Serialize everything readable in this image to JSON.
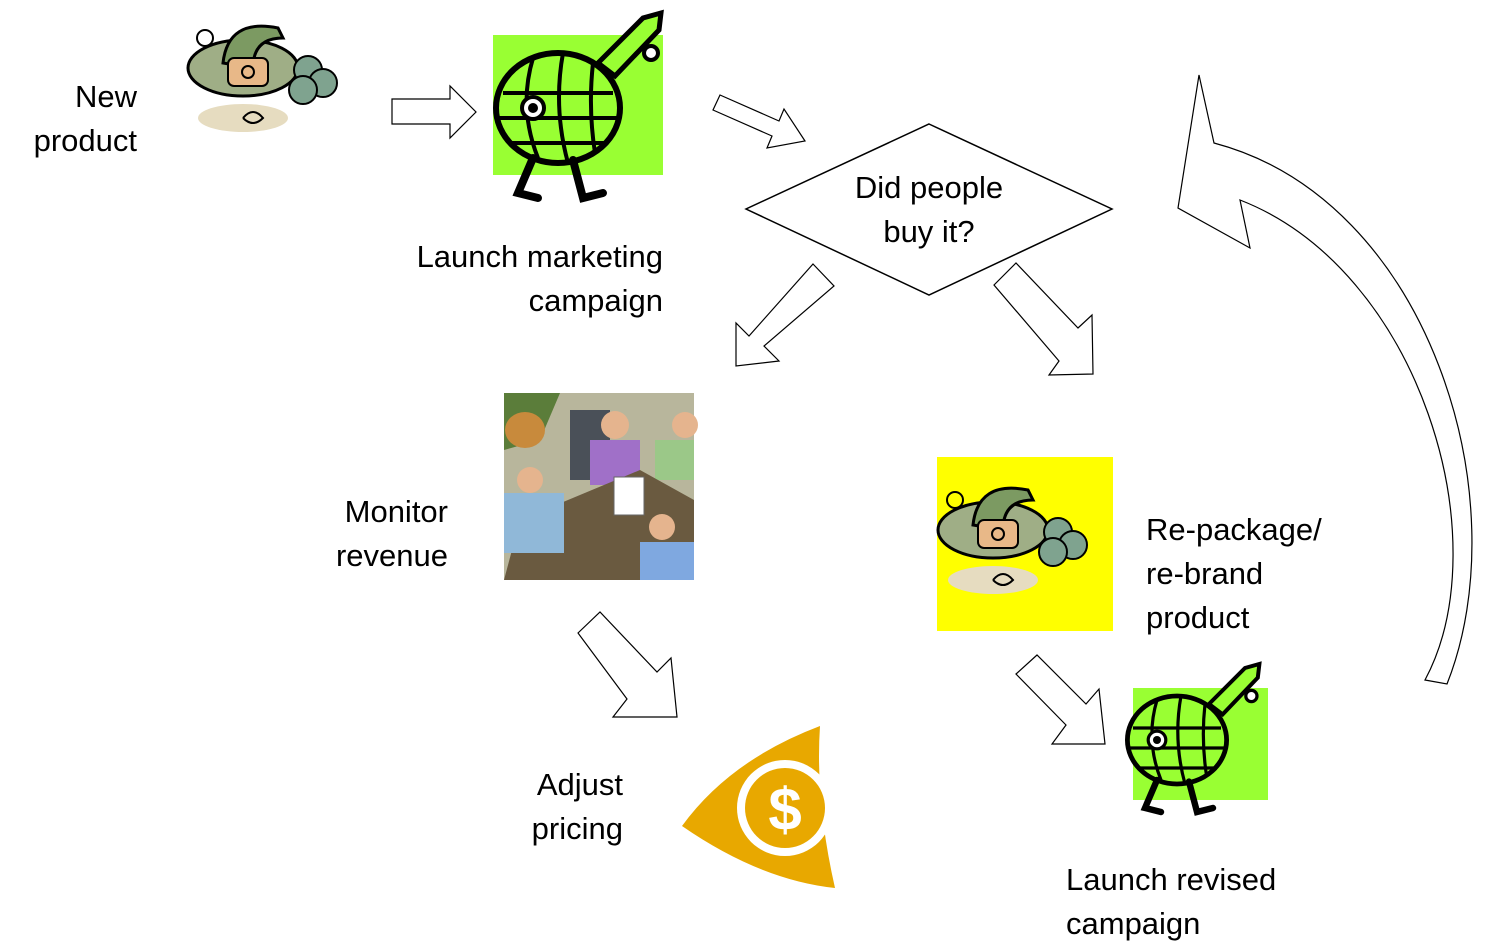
{
  "steps": {
    "new_product": {
      "lines": [
        "New",
        "product"
      ]
    },
    "launch_campaign": {
      "lines": [
        "Launch marketing",
        "campaign"
      ]
    },
    "decision": {
      "lines": [
        "Did people",
        "buy it?"
      ]
    },
    "monitor_revenue": {
      "lines": [
        "Monitor",
        "revenue"
      ]
    },
    "adjust_pricing": {
      "lines": [
        "Adjust",
        "pricing"
      ]
    },
    "repackage": {
      "lines": [
        "Re-package/",
        "re-brand",
        "product"
      ]
    },
    "launch_revised": {
      "lines": [
        "Launch revised",
        "campaign"
      ]
    }
  },
  "icons": {
    "product_clipart": "product-clipart-icon",
    "globe_rocket": "globe-rocket-icon",
    "meeting": "business-meeting-icon",
    "dollar": "dollar-icon"
  },
  "colors": {
    "globe_green": "#99ff33",
    "highlight_yellow": "#ffff00",
    "dollar_gold": "#e8a800",
    "outline": "#000000"
  }
}
